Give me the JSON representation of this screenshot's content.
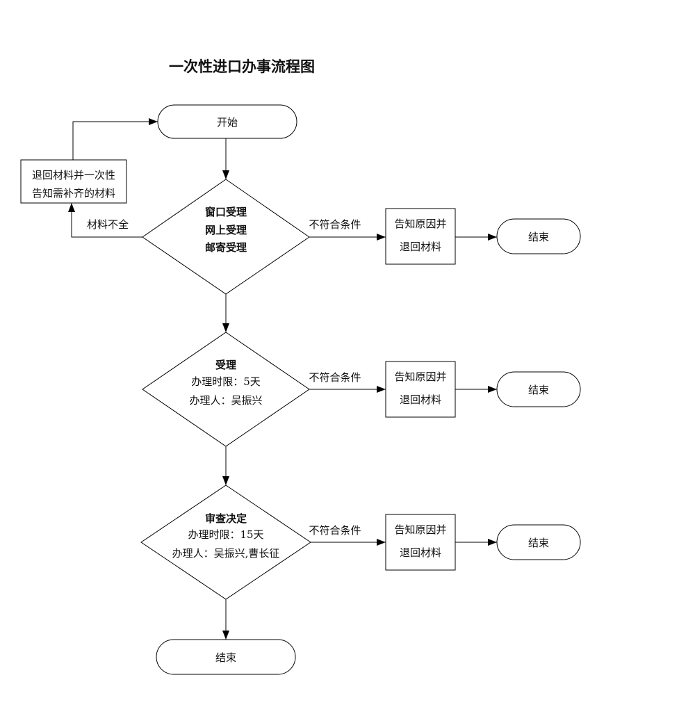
{
  "title": "一次性进口办事流程图",
  "colors": {
    "line": "#000000",
    "background": "#ffffff",
    "text": "#111111"
  },
  "nodes": {
    "start": {
      "label": "开始",
      "shape": "stadium"
    },
    "supplement_box": {
      "shape": "rect",
      "lines": [
        "退回材料并一次性",
        "告知需补齐的材料"
      ]
    },
    "decision_accept_channels": {
      "shape": "diamond",
      "lines": [
        "窗口受理",
        "网上受理",
        "邮寄受理"
      ]
    },
    "decision_acceptance": {
      "shape": "diamond",
      "title": "受理",
      "lines": [
        "办理时限：5天",
        "办理人：吴振兴"
      ]
    },
    "decision_review": {
      "shape": "diamond",
      "title": "审查决定",
      "lines": [
        "办理时限：15天",
        "办理人：吴振兴,曹长征"
      ]
    },
    "notify_box_1": {
      "shape": "rect",
      "lines": [
        "告知原因并",
        "退回材料"
      ]
    },
    "notify_box_2": {
      "shape": "rect",
      "lines": [
        "告知原因并",
        "退回材料"
      ]
    },
    "notify_box_3": {
      "shape": "rect",
      "lines": [
        "告知原因并",
        "退回材料"
      ]
    },
    "end_1": {
      "label": "结束",
      "shape": "stadium"
    },
    "end_2": {
      "label": "结束",
      "shape": "stadium"
    },
    "end_3": {
      "label": "结束",
      "shape": "stadium"
    },
    "end_final": {
      "label": "结束",
      "shape": "stadium"
    }
  },
  "edge_labels": {
    "material_incomplete": "材料不全",
    "not_qualified_1": "不符合条件",
    "not_qualified_2": "不符合条件",
    "not_qualified_3": "不符合条件"
  }
}
